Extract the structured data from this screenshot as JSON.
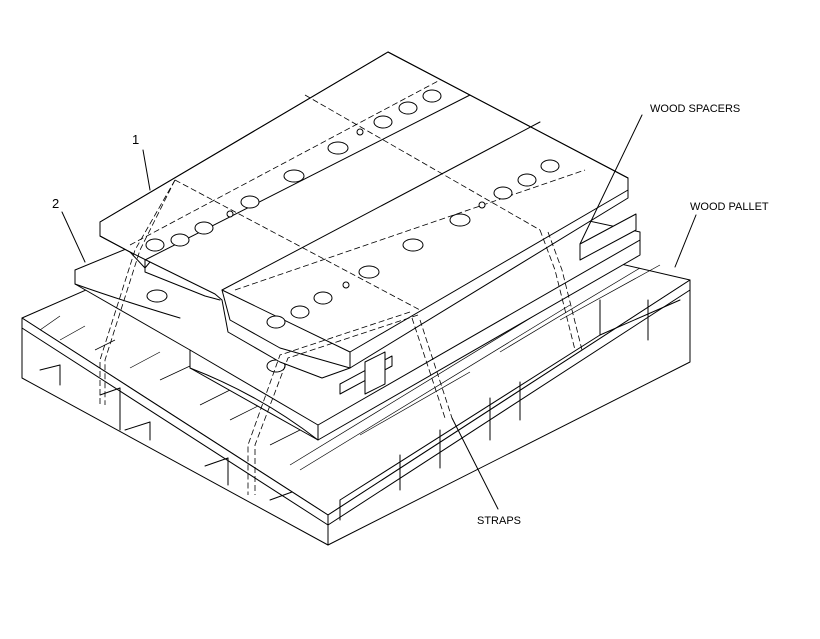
{
  "labels": {
    "item_1": "1",
    "item_2": "2",
    "wood_spacers": "WOOD SPACERS",
    "wood_pallet": "WOOD PALLET",
    "straps": "STRAPS"
  }
}
